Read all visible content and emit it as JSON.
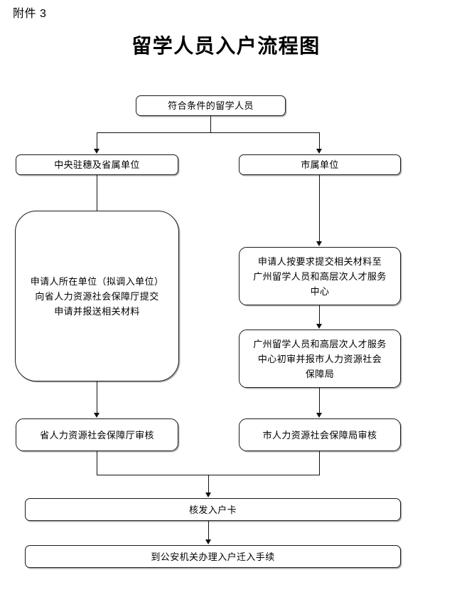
{
  "document": {
    "attachment_label": "附件 3",
    "title": "留学人员入户流程图"
  },
  "chart_data": {
    "type": "diagram",
    "diagram_kind": "flowchart",
    "title": "留学人员入户流程图",
    "orientation": "top-to-bottom",
    "nodes": [
      {
        "id": "start",
        "label": "符合条件的留学人员"
      },
      {
        "id": "branch_prov",
        "label": "中央驻穗及省属单位"
      },
      {
        "id": "branch_city",
        "label": "市属单位"
      },
      {
        "id": "prov_apply",
        "label": "申请人所在单位（拟调入单位）\n向省人力资源社会保障厅提交\n申请并报送相关材料"
      },
      {
        "id": "city_submit",
        "label": "申请人按要求提交相关材料至\n广州留学人员和高层次人才服务\n中心"
      },
      {
        "id": "city_review1",
        "label": "广州留学人员和高层次人才服务\n中心初审并报市人力资源社会\n保障局"
      },
      {
        "id": "prov_audit",
        "label": "省人力资源社会保障厅审核"
      },
      {
        "id": "city_audit",
        "label": "市人力资源社会保障局审核"
      },
      {
        "id": "issue_card",
        "label": "核发入户卡"
      },
      {
        "id": "police",
        "label": "到公安机关办理入户迁入手续"
      }
    ],
    "edges": [
      {
        "from": "start",
        "to": "branch_prov"
      },
      {
        "from": "start",
        "to": "branch_city"
      },
      {
        "from": "branch_prov",
        "to": "prov_apply"
      },
      {
        "from": "branch_city",
        "to": "city_submit"
      },
      {
        "from": "city_submit",
        "to": "city_review1"
      },
      {
        "from": "prov_apply",
        "to": "prov_audit"
      },
      {
        "from": "city_review1",
        "to": "city_audit"
      },
      {
        "from": "prov_audit",
        "to": "issue_card"
      },
      {
        "from": "city_audit",
        "to": "issue_card"
      },
      {
        "from": "issue_card",
        "to": "police"
      }
    ],
    "colors": {
      "node_border": "#1a1a1a",
      "node_fill": "#ffffff",
      "line": "#111111",
      "text": "#000000"
    }
  }
}
